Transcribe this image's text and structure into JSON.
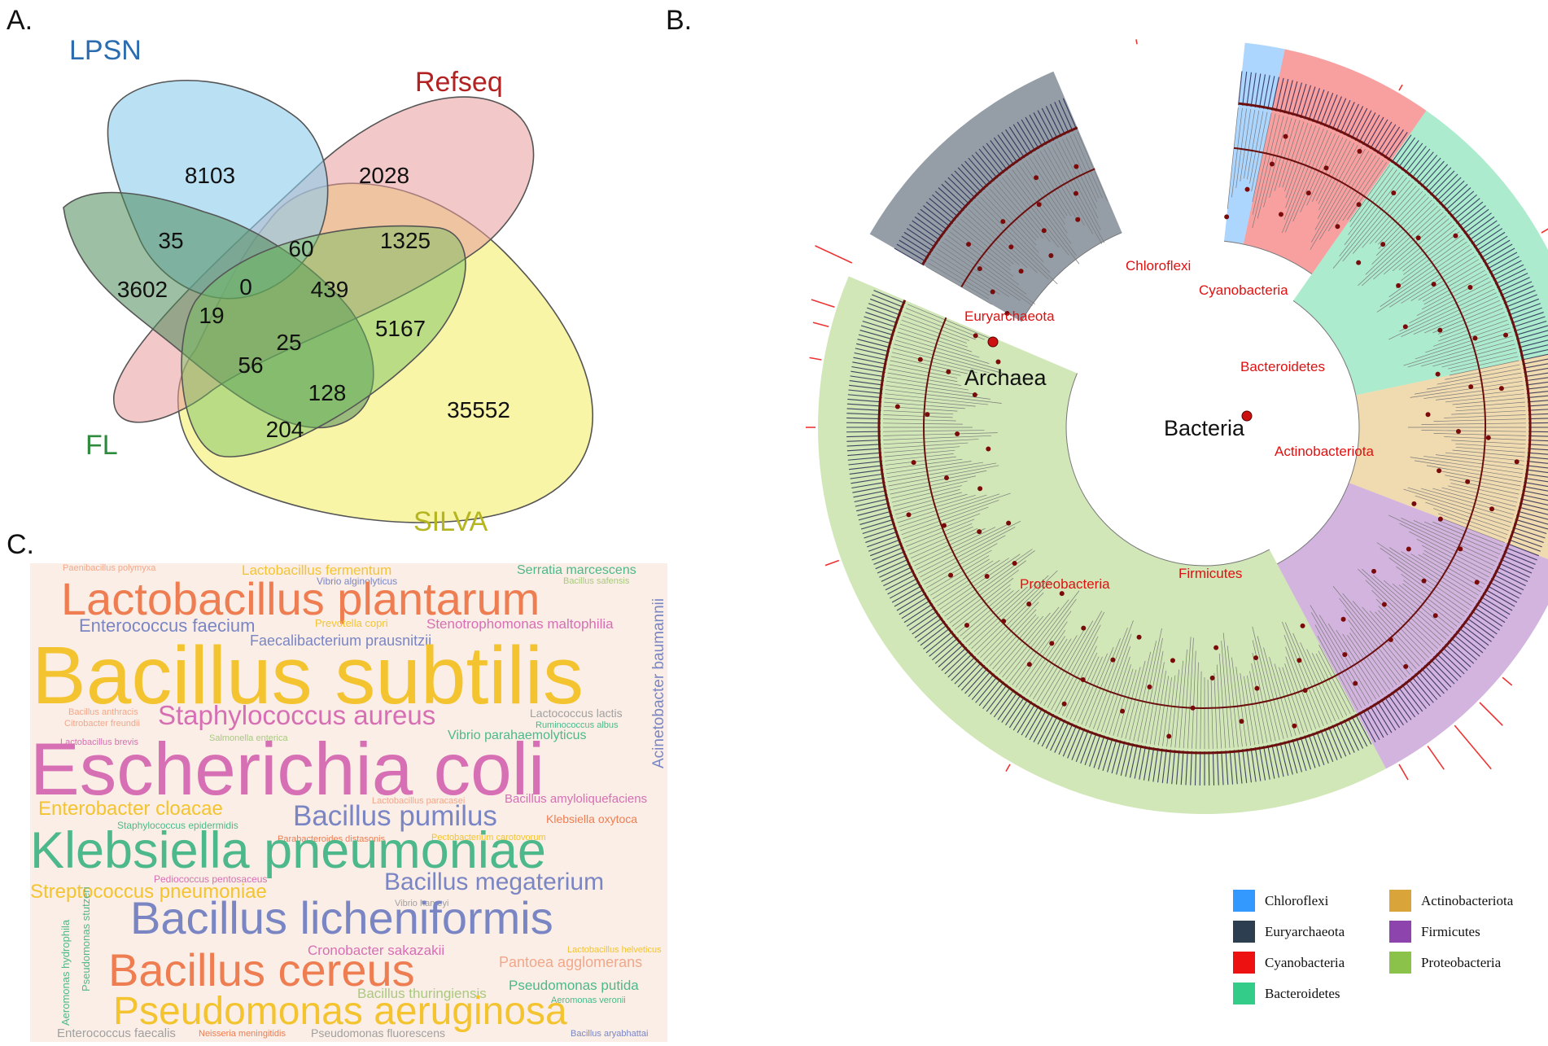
{
  "panels": {
    "a": "A.",
    "b": "B.",
    "c": "C."
  },
  "venn": {
    "sets": [
      {
        "name": "LPSN",
        "color": "#2b6cb0"
      },
      {
        "name": "Refseq",
        "color": "#b22222"
      },
      {
        "name": "FL",
        "color": "#2e8b3e"
      },
      {
        "name": "SILVA",
        "color": "#b5b520"
      }
    ],
    "counts": {
      "lpsn_only": "8103",
      "refseq_only": "2028",
      "fl_only": "3602",
      "silva_only": "35552",
      "lpsn_fl": "35",
      "lpsn_refseq": "60",
      "refseq_silva": "1325",
      "lpsn_refseq_fl": "0",
      "lpsn_refseq_silva": "439",
      "fl_silva": "5167",
      "lpsn_fl_refseq_x": "19",
      "all_four": "25",
      "lpsn_fl_silva": "56",
      "refseq_fl_silva": "128",
      "fl_silva_x": "204"
    }
  },
  "tree": {
    "root_labels": {
      "archaea": "Archaea",
      "bacteria": "Bacteria"
    },
    "clades": [
      {
        "name": "Euryarchaeota",
        "color": "#2c3e50"
      },
      {
        "name": "Chloroflexi",
        "color": "#3399ff"
      },
      {
        "name": "Cyanobacteria",
        "color": "#ee1111"
      },
      {
        "name": "Bacteroidetes",
        "color": "#33cc88"
      },
      {
        "name": "Actinobacteriota",
        "color": "#d9a53a"
      },
      {
        "name": "Firmicutes",
        "color": "#8e44ad"
      },
      {
        "name": "Proteobacteria",
        "color": "#8bc34a"
      }
    ]
  },
  "legend": {
    "col1": [
      {
        "label": "Chloroflexi",
        "color": "#3399ff"
      },
      {
        "label": "Euryarchaeota",
        "color": "#2c3e50"
      },
      {
        "label": "Cyanobacteria",
        "color": "#ee1111"
      },
      {
        "label": "Bacteroidetes",
        "color": "#33cc88"
      }
    ],
    "col2": [
      {
        "label": "Actinobacteriota",
        "color": "#d9a53a"
      },
      {
        "label": "Firmicutes",
        "color": "#8e44ad"
      },
      {
        "label": "Proteobacteria",
        "color": "#8bc34a"
      }
    ]
  },
  "wordcloud": [
    {
      "text": "Paenibacillus polymyxa",
      "color": "#f2a78a"
    },
    {
      "text": "Lactobacillus fermentum",
      "color": "#f4c430"
    },
    {
      "text": "Serratia marcescens",
      "color": "#4db88c"
    },
    {
      "text": "Vibrio alginolyticus",
      "color": "#7a86c4"
    },
    {
      "text": "Bacillus safensis",
      "color": "#a8c97f"
    },
    {
      "text": "Lactobacillus plantarum",
      "color": "#ee7d52"
    },
    {
      "text": "Enterococcus faecium",
      "color": "#7a86c4"
    },
    {
      "text": "Prevotella copri",
      "color": "#f4c430"
    },
    {
      "text": "Stenotrophomonas maltophilia",
      "color": "#d76fb4"
    },
    {
      "text": "Faecalibacterium prausnitzii",
      "color": "#7a86c4"
    },
    {
      "text": "Acinetobacter baumannii",
      "color": "#7a86c4"
    },
    {
      "text": "Bacillus subtilis",
      "color": "#f4c430"
    },
    {
      "text": "Bacillus anthracis",
      "color": "#f2a78a"
    },
    {
      "text": "Citrobacter freundii",
      "color": "#f2a78a"
    },
    {
      "text": "Staphylococcus aureus",
      "color": "#d76fb4"
    },
    {
      "text": "Lactococcus lactis",
      "color": "#a0a0a0"
    },
    {
      "text": "Ruminococcus albus",
      "color": "#4db88c"
    },
    {
      "text": "Lactobacillus brevis",
      "color": "#d76fb4"
    },
    {
      "text": "Salmonella enterica",
      "color": "#a8c97f"
    },
    {
      "text": "Vibrio parahaemolyticus",
      "color": "#4db88c"
    },
    {
      "text": "Escherichia coli",
      "color": "#d76fb4"
    },
    {
      "text": "Lactobacillus paracasei",
      "color": "#f2a78a"
    },
    {
      "text": "Bacillus amyloliquefaciens",
      "color": "#d76fb4"
    },
    {
      "text": "Enterobacter cloacae",
      "color": "#f4c430"
    },
    {
      "text": "Bacillus pumilus",
      "color": "#7a86c4"
    },
    {
      "text": "Staphylococcus epidermidis",
      "color": "#4db88c"
    },
    {
      "text": "Klebsiella oxytoca",
      "color": "#ee7d52"
    },
    {
      "text": "Parabacteroides distasonis",
      "color": "#ee7d52"
    },
    {
      "text": "Pectobacterium carotovorum",
      "color": "#f4c430"
    },
    {
      "text": "Klebsiella pneumoniae",
      "color": "#4db88c"
    },
    {
      "text": "Pediococcus pentosaceus",
      "color": "#d76fb4"
    },
    {
      "text": "Bacillus megaterium",
      "color": "#7a86c4"
    },
    {
      "text": "Streptococcus pneumoniae",
      "color": "#f4c430"
    },
    {
      "text": "Vibrio harveyi",
      "color": "#a0a0a0"
    },
    {
      "text": "Pseudomonas stutzeri",
      "color": "#4db88c"
    },
    {
      "text": "Aeromonas hydrophila",
      "color": "#4db88c"
    },
    {
      "text": "Bacillus licheniformis",
      "color": "#7a86c4"
    },
    {
      "text": "Cronobacter sakazakii",
      "color": "#d76fb4"
    },
    {
      "text": "Lactobacillus helveticus",
      "color": "#f4c430"
    },
    {
      "text": "Bacillus cereus",
      "color": "#ee7d52"
    },
    {
      "text": "Pantoea agglomerans",
      "color": "#f2a78a"
    },
    {
      "text": "Pseudomonas putida",
      "color": "#4db88c"
    },
    {
      "text": "Bacillus thuringiensis",
      "color": "#a8c97f"
    },
    {
      "text": "Aeromonas veronii",
      "color": "#4db88c"
    },
    {
      "text": "Pseudomonas aeruginosa",
      "color": "#f4c430"
    },
    {
      "text": "Enterococcus faecalis",
      "color": "#a0a0a0"
    },
    {
      "text": "Neisseria meningitidis",
      "color": "#ee7d52"
    },
    {
      "text": "Pseudomonas fluorescens",
      "color": "#a0a0a0"
    },
    {
      "text": "Bacillus aryabhattai",
      "color": "#7a86c4"
    }
  ]
}
